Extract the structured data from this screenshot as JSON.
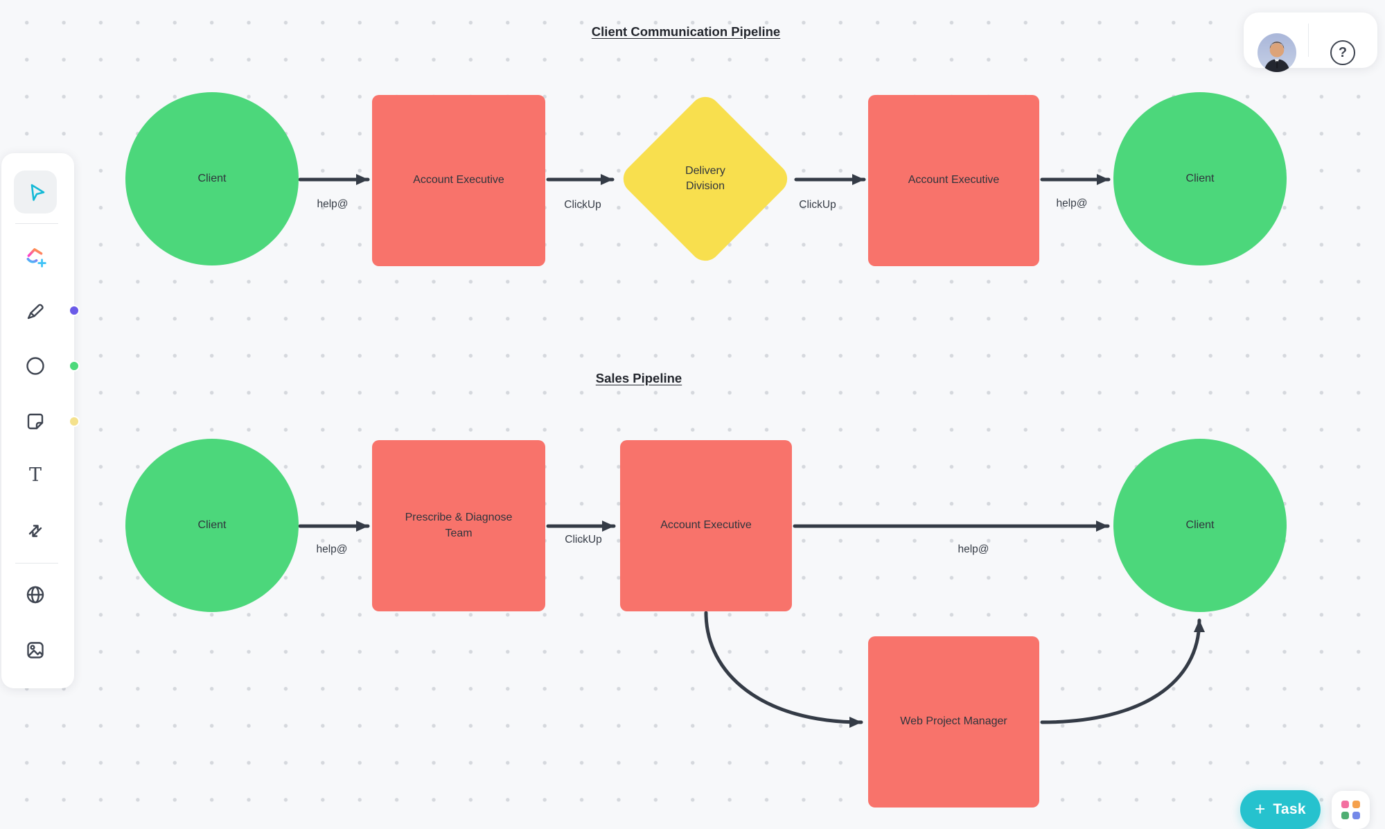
{
  "titles": {
    "pipeline1": "Client Communication Pipeline",
    "pipeline2": "Sales Pipeline"
  },
  "pipeline1": {
    "nodes": {
      "client_start": "Client",
      "account_executive_1": "Account Executive",
      "delivery_division": "Delivery Division",
      "account_executive_2": "Account Executive",
      "client_end": "Client"
    },
    "edges": {
      "client_to_ae": "help@",
      "ae_to_delivery": "ClickUp",
      "delivery_to_ae": "ClickUp",
      "ae_to_client": "help@"
    }
  },
  "pipeline2": {
    "nodes": {
      "client_start": "Client",
      "prescribe_diagnose_team": "Prescribe & Diagnose Team",
      "account_executive": "Account Executive",
      "web_project_manager": "Web Project Manager",
      "client_end": "Client"
    },
    "edges": {
      "client_to_team": "help@",
      "team_to_ae": "ClickUp",
      "ae_to_client": "help@"
    }
  },
  "toolbar": {
    "text_tool_glyph": "T"
  },
  "header": {
    "help_label": "?"
  },
  "footer": {
    "task_plus": "+",
    "task_label": "Task"
  },
  "colors": {
    "canvas_bg": "#F7F8FA",
    "node_green": "#4CD77B",
    "node_red": "#F8736B",
    "node_yellow": "#F8DF4E",
    "connector": "#343B46",
    "accent_teal": "#26C2CE",
    "select_tool_cyan": "#14B9D6",
    "badge_purple": "#6A5AE8",
    "badge_green": "#4CD97B",
    "badge_yellow": "#F4E18C"
  }
}
